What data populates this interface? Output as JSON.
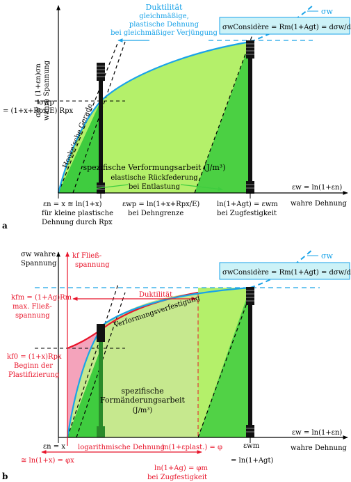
{
  "colors": {
    "blue": "#1aa3e8",
    "red": "#e8142a",
    "green_light": "#b4f06a",
    "green_dark": "#3fcc3f",
    "pink": "#f4a3bb",
    "box_fill": "#ccf2f7",
    "black": "#000000"
  },
  "panel_a": {
    "label": "a",
    "y_axis_label_1": "σw = (1+εn)σn",
    "y_axis_label_2": "wahre Spannung",
    "ductility_title": "Duktilität",
    "ductility_line_2": "gleichmäßige,",
    "ductility_line_3": "plastische Dehnung",
    "ductility_line_4": "bei gleichmäßiger Verjüngung",
    "sigma_w_curve": "σw",
    "considere_eq": "σwConsidère = Rm(1+Agt) = dσw/dεw",
    "sigma_wp": "σwp",
    "sigma_wp_eq": "= (1+x+Rpx/E) Rpx",
    "hooke": "Hooke'sche Gerade",
    "energy_label": "spezifische Verformungsarbeit (J/m³)",
    "elastic_1": "elastische Rückfederung",
    "elastic_2": "bei Entlastung",
    "eps_w_eq": "εw = ln(1+εn)",
    "x_axis_label": "wahre Dehnung",
    "tick_1_l1": "εn = x ≅ ln(1+x)",
    "tick_1_l2": "für kleine plastische",
    "tick_1_l3": "Dehnung durch Rpx",
    "tick_2_l1": "εwp = ln(1+x+Rpx/E)",
    "tick_2_l2": "bei Dehngrenze",
    "tick_3_l1": "ln(1+Agt) = εwm",
    "tick_3_l2": "bei Zugfestigkeit"
  },
  "panel_b": {
    "label": "b",
    "y_axis_label_1": "σw wahre",
    "y_axis_label_2": "Spannung",
    "kf_label_1": "kf Fließ-",
    "kf_label_2": "spannung",
    "sigma_w_curve": "σw",
    "considere_eq": "σwConsidère = Rm(1+Agt) = dσw/dεw",
    "kfm_1": "kfm = (1+Ag)Rm",
    "kfm_2": "max. Fließ-",
    "kfm_3": "spannung",
    "ductility": "Duktilität",
    "hardening": "Verformungsverfestigung",
    "kf0_1": "kf0 = (1+x)Rpx",
    "kf0_2": "Beginn der",
    "kf0_3": "Plastifizierung",
    "energy_1": "spezifische",
    "energy_2": "Formänderungsarbeit",
    "energy_3": "(J/m³)",
    "eps_w_eq": "εw = ln(1+εn)",
    "x_axis_label": "wahre Dehnung",
    "eps_n": "εn = x",
    "log_strain": "logarithmische Dehnung",
    "ln_plast": "ln(1+εplast.) = φ",
    "approx": "≅ ln(1+x) = φx",
    "eps_wm": "εwm",
    "eps_wm_eq": "= ln(1+Agt)",
    "ln_ag": "ln(1+Ag) = φm",
    "zug": "bei Zugfestigkeit"
  }
}
